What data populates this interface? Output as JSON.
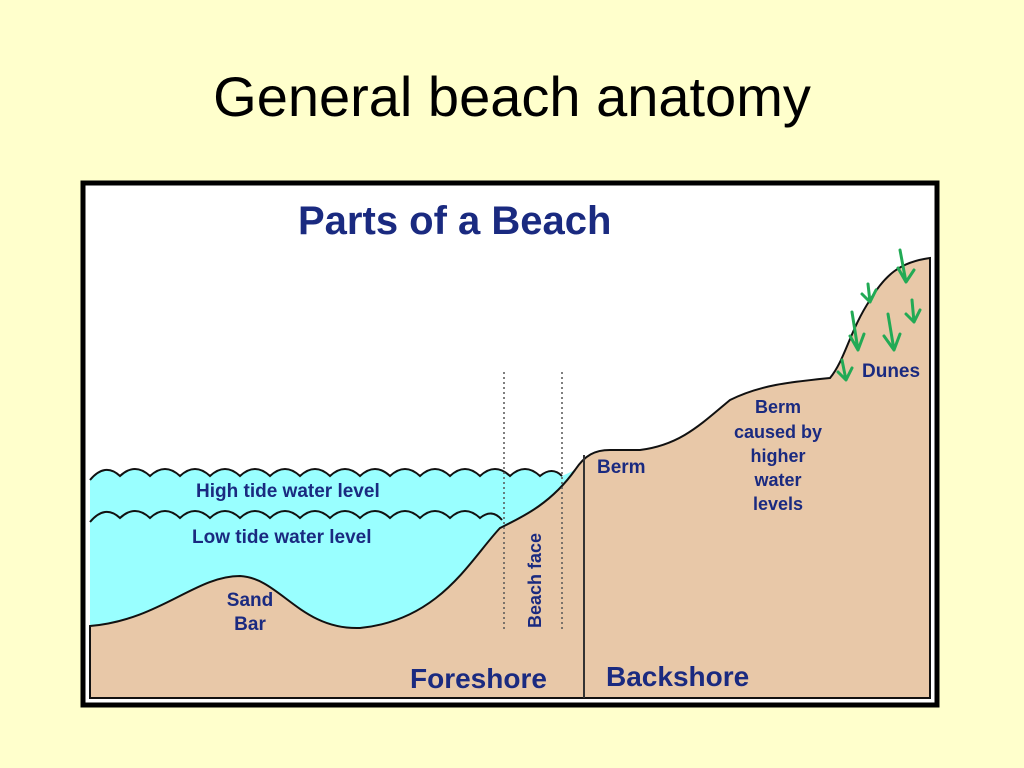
{
  "slide": {
    "title": "General beach anatomy"
  },
  "diagram": {
    "heading": "Parts of a Beach",
    "labels": {
      "high_tide": "High tide water level",
      "low_tide": "Low tide water level",
      "sand_bar_line1": "Sand",
      "sand_bar_line2": "Bar",
      "beach_face": "Beach face",
      "berm": "Berm",
      "berm_higher_line1": "Berm",
      "berm_higher_line2": "caused by",
      "berm_higher_line3": "higher",
      "berm_higher_line4": "water",
      "berm_higher_line5": "levels",
      "dunes": "Dunes",
      "foreshore": "Foreshore",
      "backshore": "Backshore"
    },
    "colors": {
      "background": "#ffffcc",
      "panel": "#ffffff",
      "frame": "#000000",
      "water": "#99ffff",
      "sand": "#e8c8a8",
      "label_text": "#1a2a80",
      "vegetation": "#22aa55"
    }
  }
}
